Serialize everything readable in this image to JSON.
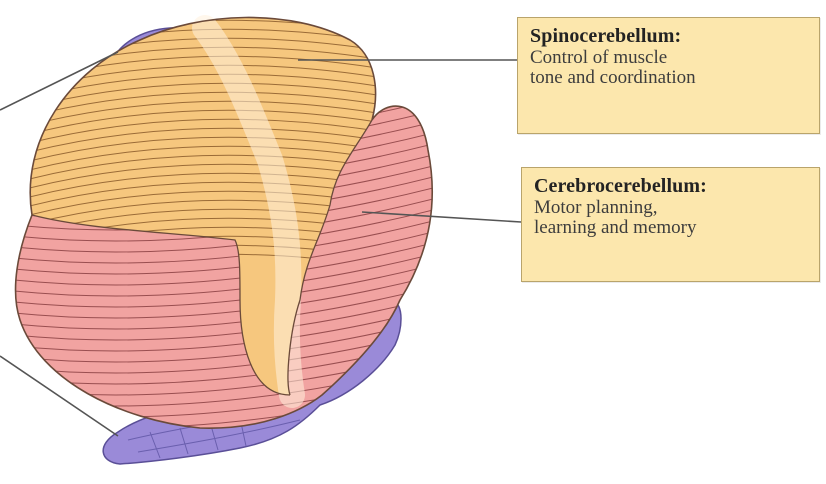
{
  "labels": {
    "spinocerebellum": {
      "title": "Spinocerebellum:",
      "lines": [
        "Control of muscle",
        "tone and coordination"
      ]
    },
    "cerebrocerebellum": {
      "title": "Cerebrocerebellum:",
      "lines": [
        "Motor planning,",
        "learning and memory"
      ]
    }
  },
  "colors": {
    "spinocerebellum_region": "#f6c77e",
    "cerebrocerebellum_region": "#f1a3a1",
    "vestibulocerebellum_region": "#9a8ad8",
    "label_box": "#fce7ad",
    "leader_line": "#555555"
  }
}
